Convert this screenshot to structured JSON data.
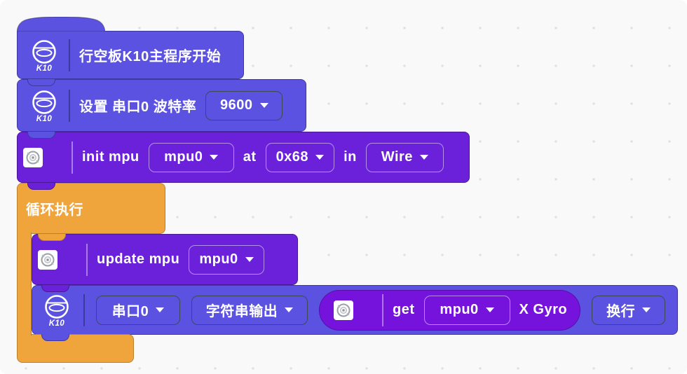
{
  "workspace": {
    "background": "#f9f9f9",
    "dot_color": "#e0e0e0"
  },
  "colors": {
    "k10_block": "#5b52e2",
    "mpu_block": "#6a21d9",
    "reporter_block": "#7513dd",
    "loop_block": "#f0a53c"
  },
  "icons": {
    "k10_badge_label": "K10",
    "k10_icon": "k10-board-logo",
    "mpu_icon": "mpu6050-chip"
  },
  "blocks": {
    "start": {
      "label": "行空板K10主程序开始"
    },
    "serial_setup": {
      "label": "设置 串口0 波特率",
      "baud_dropdown": "9600"
    },
    "init_mpu": {
      "text_init": "init mpu",
      "mpu_dropdown": "mpu0",
      "text_at": "at",
      "addr_dropdown": "0x68",
      "text_in": "in",
      "wire_dropdown": "Wire"
    },
    "loop": {
      "label": "循环执行"
    },
    "update_mpu": {
      "text_update": "update mpu",
      "mpu_dropdown": "mpu0"
    },
    "serial_print": {
      "port_dropdown": "串口0",
      "mode_dropdown": "字符串输出",
      "newline_dropdown": "换行"
    },
    "get_gyro": {
      "text_get": "get",
      "mpu_dropdown": "mpu0",
      "text_axis": "X Gyro"
    }
  }
}
